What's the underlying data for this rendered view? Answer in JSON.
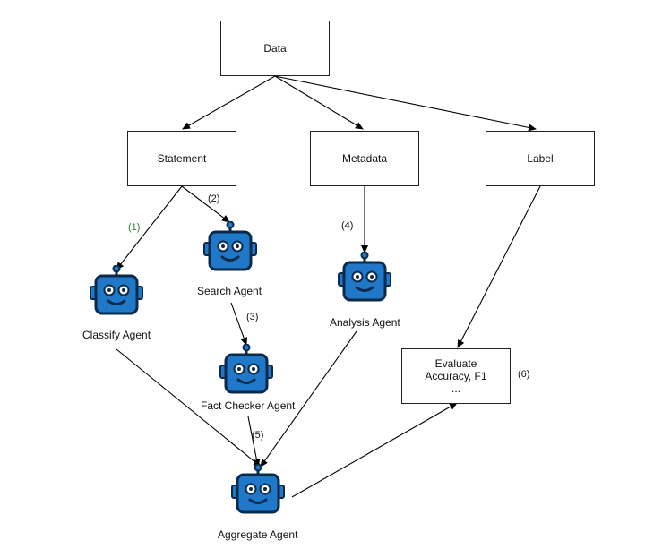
{
  "nodes": {
    "data": "Data",
    "statement": "Statement",
    "metadata": "Metadata",
    "label": "Label",
    "evaluate": [
      "Evaluate",
      "Accuracy, F1",
      "..."
    ]
  },
  "agents": {
    "classify": "Classify Agent",
    "search": "Search Agent",
    "fact_checker": "Fact Checker Agent",
    "analysis": "Analysis Agent",
    "aggregate": "Aggregate Agent"
  },
  "steps": {
    "s1": "(1)",
    "s2": "(2)",
    "s3": "(3)",
    "s4": "(4)",
    "s5": "(5)",
    "s6": "(6)"
  },
  "colors": {
    "robot_fill": "#1f78c8",
    "robot_stroke": "#0b2a4a",
    "robot_face": "#ffffff",
    "step1": "#2e7d32"
  },
  "icons": {
    "agent": "robot-icon"
  }
}
